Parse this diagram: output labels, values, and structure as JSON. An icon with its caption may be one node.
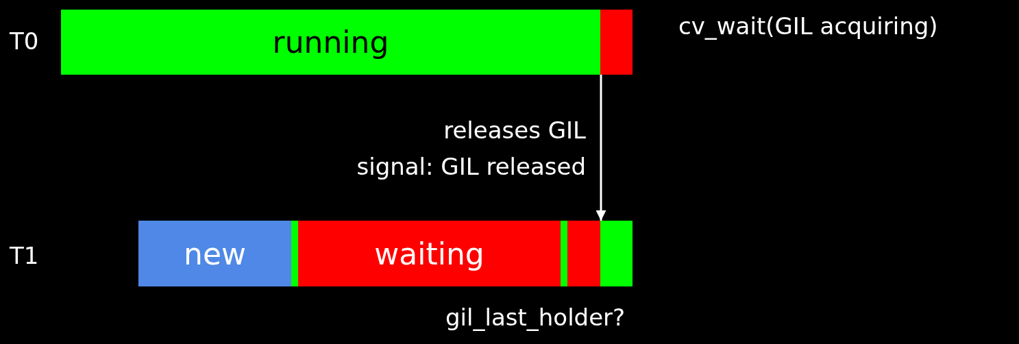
{
  "diagram": {
    "nodes": [
      {
        "text": [
          "running"
        ]
      },
      {
        "text": [],
        "shape": "bar"
      },
      {
        "text": [
          "new"
        ]
      },
      {
        "text": [],
        "shape": "bar"
      },
      {
        "text": [
          "waiting"
        ]
      },
      {
        "text": [],
        "shape": "bar"
      },
      {
        "text": [],
        "shape": "bar"
      },
      {
        "text": [],
        "shape": "bar"
      }
    ],
    "edges": [
      {
        "from": 1,
        "to": 7,
        "arrow": "to"
      }
    ],
    "labels": [
      "T0",
      "cv_wait(GIL acquiring)",
      "releases GIL",
      "signal: GIL released",
      "T1",
      "gil_last_holder?"
    ]
  }
}
